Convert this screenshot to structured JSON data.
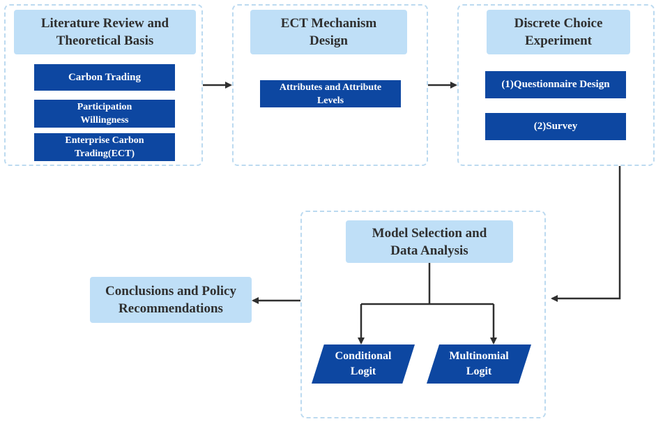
{
  "sections": {
    "literature": {
      "title_line1": "Literature Review and",
      "title_line2": "Theoretical Basis",
      "items": [
        {
          "line1": "Carbon Trading",
          "line2": ""
        },
        {
          "line1": "Participation",
          "line2": "Willingness"
        },
        {
          "line1": "Enterprise Carbon",
          "line2": "Trading(ECT)"
        }
      ]
    },
    "mechanism": {
      "title_line1": "ECT Mechanism",
      "title_line2": "Design",
      "items": [
        {
          "line1": "Attributes and Attribute",
          "line2": "Levels"
        }
      ]
    },
    "experiment": {
      "title_line1": "Discrete Choice",
      "title_line2": "Experiment",
      "items": [
        {
          "line1": "(1)Questionnaire Design"
        },
        {
          "line1": "(2)Survey"
        }
      ]
    },
    "model": {
      "title_line1": "Model Selection and",
      "title_line2": "Data Analysis",
      "items": [
        {
          "line1": "Conditional",
          "line2": "Logit"
        },
        {
          "line1": "Multinomial",
          "line2": "Logit"
        }
      ]
    },
    "conclusions": {
      "title_line1": "Conclusions and Policy",
      "title_line2": "Recommendations"
    }
  },
  "colors": {
    "frame_dash": "#bcdaf0",
    "header_fill": "#bfdff7",
    "box_fill": "#0d47a1",
    "arrow": "#2f2f2f"
  }
}
